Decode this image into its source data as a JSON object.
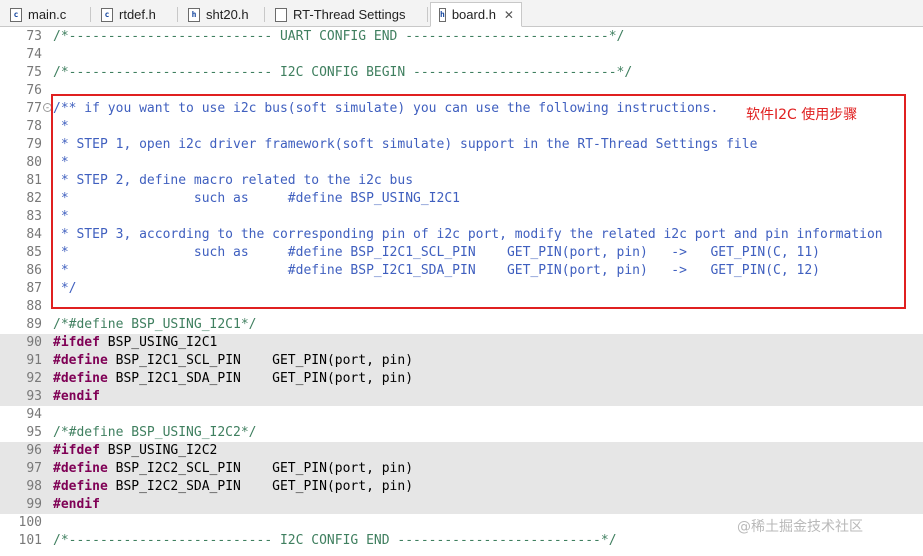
{
  "tabs": [
    {
      "label": "main.c",
      "icon": "c-file-icon",
      "glyph": "c",
      "active": false
    },
    {
      "label": "rtdef.h",
      "icon": "c-file-icon",
      "glyph": "c",
      "active": false
    },
    {
      "label": "sht20.h",
      "icon": "h-file-icon",
      "glyph": "h",
      "active": false
    },
    {
      "label": "RT-Thread Settings",
      "icon": "settings-file-icon",
      "glyph": "",
      "active": false
    },
    {
      "label": "board.h",
      "icon": "h-file-icon",
      "glyph": "h",
      "active": true,
      "close": "✕"
    }
  ],
  "code": {
    "lines": [
      {
        "n": "73",
        "hl": false,
        "parts": [
          [
            "c",
            "/*-------------------------- UART CONFIG END --------------------------*/"
          ]
        ]
      },
      {
        "n": "74",
        "hl": false,
        "parts": []
      },
      {
        "n": "75",
        "hl": false,
        "parts": [
          [
            "c",
            "/*-------------------------- I2C CONFIG BEGIN --------------------------*/"
          ]
        ]
      },
      {
        "n": "76",
        "hl": false,
        "parts": []
      },
      {
        "n": "77",
        "hl": false,
        "fold": "-",
        "parts": [
          [
            "d",
            "/** if you want to use i2c bus(soft simulate) you can use the following instructions."
          ]
        ]
      },
      {
        "n": "78",
        "hl": false,
        "parts": [
          [
            "d",
            " *"
          ]
        ]
      },
      {
        "n": "79",
        "hl": false,
        "parts": [
          [
            "d",
            " * STEP 1, open i2c driver framework(soft simulate) support in the RT-Thread Settings file"
          ]
        ]
      },
      {
        "n": "80",
        "hl": false,
        "parts": [
          [
            "d",
            " *"
          ]
        ]
      },
      {
        "n": "81",
        "hl": false,
        "parts": [
          [
            "d",
            " * STEP 2, define macro related to the i2c bus"
          ]
        ]
      },
      {
        "n": "82",
        "hl": false,
        "parts": [
          [
            "d",
            " *                such as     #define BSP_USING_I2C1"
          ]
        ]
      },
      {
        "n": "83",
        "hl": false,
        "parts": [
          [
            "d",
            " *"
          ]
        ]
      },
      {
        "n": "84",
        "hl": false,
        "parts": [
          [
            "d",
            " * STEP 3, according to the corresponding pin of i2c port, modify the related i2c port and pin information"
          ]
        ]
      },
      {
        "n": "85",
        "hl": false,
        "parts": [
          [
            "d",
            " *                such as     #define BSP_I2C1_SCL_PIN    GET_PIN(port, pin)   ->   GET_PIN(C, 11)"
          ]
        ]
      },
      {
        "n": "86",
        "hl": false,
        "parts": [
          [
            "d",
            " *                            #define BSP_I2C1_SDA_PIN    GET_PIN(port, pin)   ->   GET_PIN(C, 12)"
          ]
        ]
      },
      {
        "n": "87",
        "hl": false,
        "parts": [
          [
            "d",
            " */"
          ]
        ]
      },
      {
        "n": "88",
        "hl": false,
        "parts": []
      },
      {
        "n": "89",
        "hl": false,
        "parts": [
          [
            "c",
            "/*#define BSP_USING_I2C1*/"
          ]
        ]
      },
      {
        "n": "90",
        "hl": true,
        "parts": [
          [
            "k",
            "#ifdef"
          ],
          [
            "p",
            " BSP_USING_I2C1"
          ]
        ]
      },
      {
        "n": "91",
        "hl": true,
        "parts": [
          [
            "k",
            "#define"
          ],
          [
            "p",
            " BSP_I2C1_SCL_PIN    GET_PIN(port, pin)"
          ]
        ]
      },
      {
        "n": "92",
        "hl": true,
        "parts": [
          [
            "k",
            "#define"
          ],
          [
            "p",
            " BSP_I2C1_SDA_PIN    GET_PIN(port, pin)"
          ]
        ]
      },
      {
        "n": "93",
        "hl": true,
        "parts": [
          [
            "k",
            "#endif"
          ]
        ]
      },
      {
        "n": "94",
        "hl": false,
        "parts": []
      },
      {
        "n": "95",
        "hl": false,
        "parts": [
          [
            "c",
            "/*#define BSP_USING_I2C2*/"
          ]
        ]
      },
      {
        "n": "96",
        "hl": true,
        "parts": [
          [
            "k",
            "#ifdef"
          ],
          [
            "p",
            " BSP_USING_I2C2"
          ]
        ]
      },
      {
        "n": "97",
        "hl": true,
        "parts": [
          [
            "k",
            "#define"
          ],
          [
            "p",
            " BSP_I2C2_SCL_PIN    GET_PIN(port, pin)"
          ]
        ]
      },
      {
        "n": "98",
        "hl": true,
        "parts": [
          [
            "k",
            "#define"
          ],
          [
            "p",
            " BSP_I2C2_SDA_PIN    GET_PIN(port, pin)"
          ]
        ]
      },
      {
        "n": "99",
        "hl": true,
        "parts": [
          [
            "k",
            "#endif"
          ]
        ]
      },
      {
        "n": "100",
        "hl": false,
        "parts": []
      },
      {
        "n": "101",
        "hl": false,
        "parts": [
          [
            "c",
            "/*-------------------------- I2C CONFIG END --------------------------*/"
          ]
        ]
      }
    ]
  },
  "annotation": {
    "label": "软件I2C 使用步骤",
    "color": "#e02020"
  },
  "watermark": "@稀土掘金技术社区",
  "colors": {
    "comment": "#3f7f5f",
    "doc_comment": "#3f5fbf",
    "keyword": "#7f0055",
    "highlight": "#e6e6e6"
  }
}
